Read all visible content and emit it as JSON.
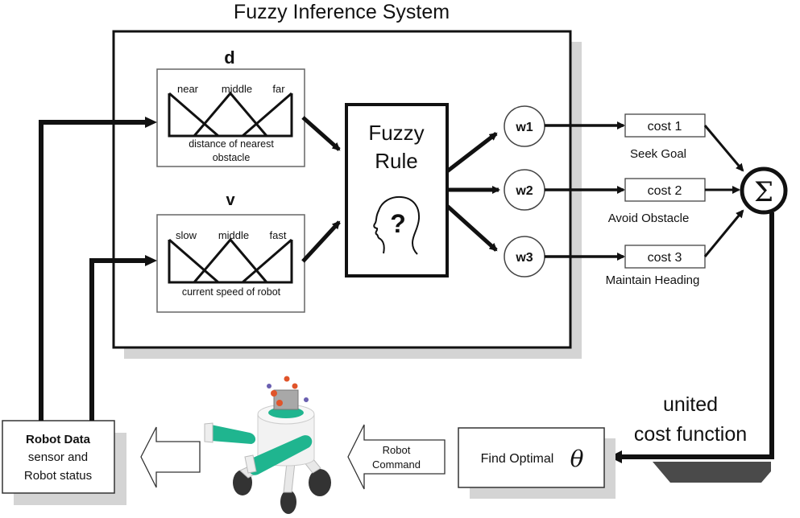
{
  "title": "Fuzzy Inference System",
  "inputs": [
    {
      "variable": "d",
      "sets": [
        "near",
        "middle",
        "far"
      ],
      "caption_line1": "distance of nearest",
      "caption_line2": "obstacle"
    },
    {
      "variable": "v",
      "sets": [
        "slow",
        "middle",
        "fast"
      ],
      "caption_line1": "current speed of robot",
      "caption_line2": ""
    }
  ],
  "rule_block": {
    "line1": "Fuzzy",
    "line2": "Rule",
    "icon": "head-question-icon",
    "symbol": "?"
  },
  "weights": [
    "w1",
    "w2",
    "w3"
  ],
  "costs": [
    {
      "label": "cost 1",
      "objective": "Seek Goal"
    },
    {
      "label": "cost 2",
      "objective": "Avoid Obstacle"
    },
    {
      "label": "cost 3",
      "objective": "Maintain Heading"
    }
  ],
  "summation": {
    "symbol": "Σ"
  },
  "united": {
    "line1": "united",
    "line2": "cost function"
  },
  "optimizer": {
    "label": "Find Optimal",
    "symbol": "θ"
  },
  "command_arrow": {
    "line1": "Robot",
    "line2": "Command"
  },
  "robot": {
    "icon": "robot-icon",
    "accent": "#1fb58f"
  },
  "robot_data": {
    "title": "Robot Data",
    "line2": "sensor and",
    "line3": "Robot status"
  },
  "colors": {
    "shadow": "#d4d4d4",
    "dark_shadow": "#4a4a4a",
    "stroke": "#111111"
  }
}
